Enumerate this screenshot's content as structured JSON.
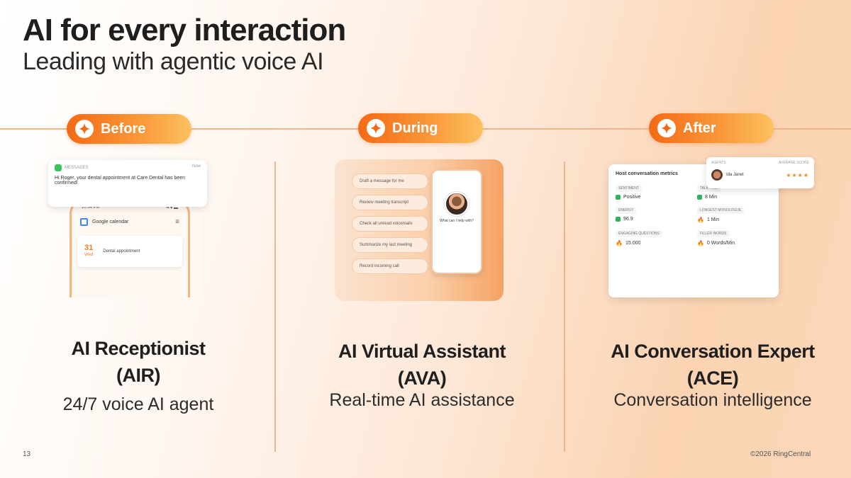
{
  "header": {
    "title": "AI for every interaction",
    "subtitle": "Leading with agentic voice AI"
  },
  "colors": {
    "accent": "#f46a14",
    "accent_light": "#fcc15f"
  },
  "phases": [
    {
      "label": "Before",
      "icon": "ai-sparkle-icon"
    },
    {
      "label": "During",
      "icon": "ai-sparkle-icon"
    },
    {
      "label": "After",
      "icon": "ai-sparkle-icon"
    }
  ],
  "products": [
    {
      "name": "AI Receptionist",
      "acronym": "(AIR)",
      "desc": "24/7 voice AI agent"
    },
    {
      "name": "AI Virtual Assistant",
      "acronym": "(AVA)",
      "desc": "Real-time AI assistance"
    },
    {
      "name": "AI Conversation Expert",
      "acronym": "(ACE)",
      "desc": "Conversation intelligence"
    }
  ],
  "air_mock": {
    "app": "MESSAGES",
    "time": "Now",
    "message": "Hi Roger, your dental appointment at Care Dental has been confirmed!",
    "status_time": "10:34 PM",
    "calendar_title": "Google calendar",
    "day": "31",
    "weekday": "Wed",
    "appointment": "Dental appointment"
  },
  "ava_mock": {
    "prompts": [
      "Draft a message for me",
      "Review meeting transcript",
      "Check all unread voicemails",
      "Summarize my last meeting",
      "Record incoming call"
    ],
    "question": "What can I help with?"
  },
  "ace_mock": {
    "title": "Host conversation metrics",
    "agent_label": "AGENTS",
    "score_label": "AVERAGE SCORE",
    "agent_name": "Ida Janet",
    "rating": "★★★★",
    "metrics": [
      {
        "label": "SENTIMENT",
        "value": "Positive",
        "icon": "green"
      },
      {
        "label": "TALK TIME",
        "value": "8 Min",
        "icon": "green"
      },
      {
        "label": "ENERGY",
        "value": "96.9",
        "icon": "green"
      },
      {
        "label": "LONGEST MONOLOGUE",
        "value": "1 Min",
        "icon": "flame"
      },
      {
        "label": "ENGAGING QUESTIONS",
        "value": "15.000",
        "icon": "flame"
      },
      {
        "label": "FILLER WORDS",
        "value": "0 Words/Min",
        "icon": "flame"
      }
    ]
  },
  "footer": {
    "page_number": "13",
    "copyright": "©2026 RingCentral"
  }
}
